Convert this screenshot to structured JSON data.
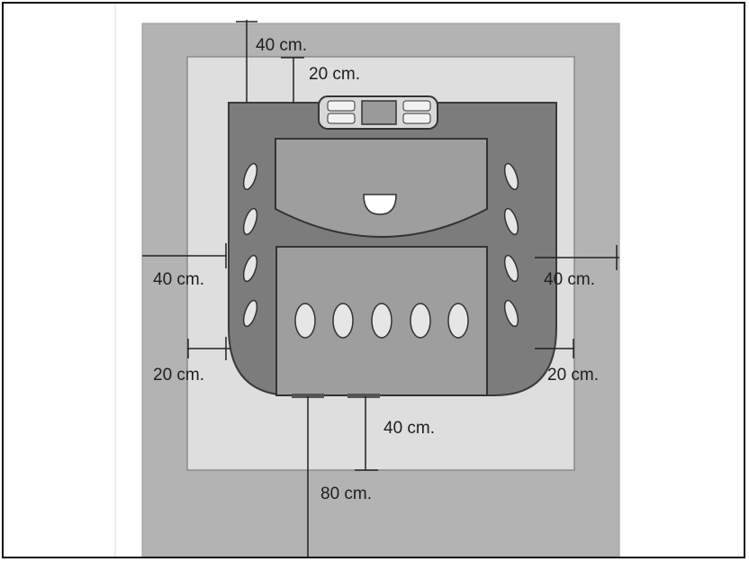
{
  "labels": {
    "top_outer": "40 cm.",
    "top_inner": "20 cm.",
    "left_outer": "40 cm.",
    "right_outer": "40 cm.",
    "left_inner": "20 cm.",
    "right_inner": "20 cm.",
    "bottom_inner": "40 cm.",
    "bottom_outer": "80 cm."
  },
  "colors": {
    "outer_zone": "#b0b0b0",
    "inner_zone": "#dcdcdc",
    "stove_body": "#7a7a7a",
    "stove_panel": "#9c9c9c",
    "stove_dark": "#5a5a5a",
    "line": "#222222"
  }
}
